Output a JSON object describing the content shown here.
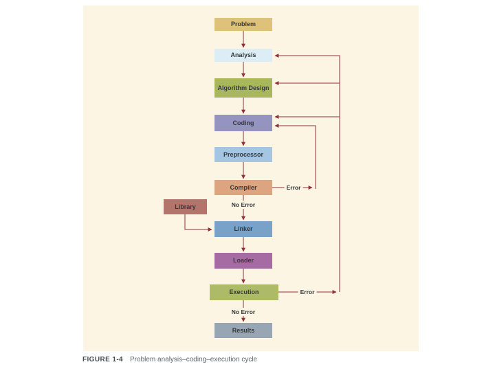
{
  "figure": {
    "label": "FIGURE 1-4",
    "caption": "Problem analysis–coding–execution cycle"
  },
  "flowchart": {
    "panel_background": "#fdf5e3",
    "arrow_color": "#8e3138",
    "nodes": [
      {
        "id": "problem",
        "label": "Problem",
        "color": "#dfc279"
      },
      {
        "id": "analysis",
        "label": "Analysis",
        "color": "#dcedf6"
      },
      {
        "id": "algorithm-design",
        "label": "Algorithm Design",
        "color": "#a8b75b"
      },
      {
        "id": "coding",
        "label": "Coding",
        "color": "#9593bf"
      },
      {
        "id": "preprocessor",
        "label": "Preprocessor",
        "color": "#a4c6e3"
      },
      {
        "id": "compiler",
        "label": "Compiler",
        "color": "#dda57f"
      },
      {
        "id": "library",
        "label": "Library",
        "color": "#b3756b"
      },
      {
        "id": "linker",
        "label": "Linker",
        "color": "#79a2c8"
      },
      {
        "id": "loader",
        "label": "Loader",
        "color": "#a76ba4"
      },
      {
        "id": "execution",
        "label": "Execution",
        "color": "#adbb69"
      },
      {
        "id": "results",
        "label": "Results",
        "color": "#97a6b2"
      }
    ],
    "labels": {
      "no_error_compiler": "No Error",
      "no_error_execution": "No Error",
      "error_compiler": "Error",
      "error_execution": "Error"
    }
  }
}
